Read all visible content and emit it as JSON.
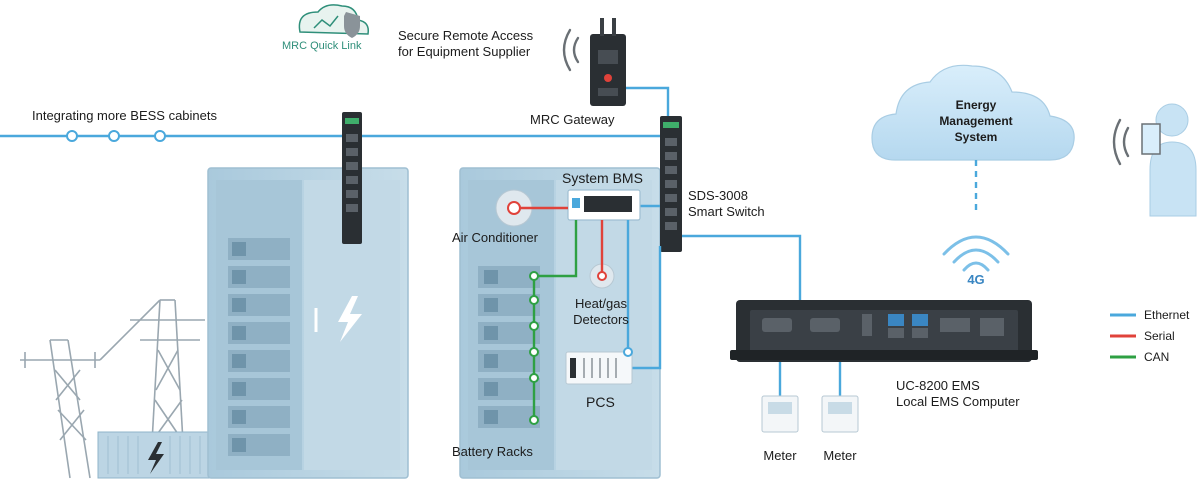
{
  "labels": {
    "secure_remote": "Secure Remote Access",
    "for_equipment": "for Equipment Supplier",
    "logo_text": "MRC Quick Link",
    "integrating": "Integrating more BESS cabinets",
    "mrc_gateway": "MRC Gateway",
    "sds_switch_line1": "SDS-3008",
    "sds_switch_line2": "Smart Switch",
    "system_bms": "System BMS",
    "air_conditioner": "Air Conditioner",
    "heat_gas_line1": "Heat/gas",
    "heat_gas_line2": "Detectors",
    "pcs": "PCS",
    "battery_racks": "Battery Racks",
    "ems_line1": "Energy",
    "ems_line2": "Management",
    "ems_line3": "System",
    "cellular": "4G",
    "computer_line1": "UC-8200 EMS",
    "computer_line2": "Local EMS Computer",
    "meter_1": "Meter",
    "meter_2": "Meter"
  },
  "legend": [
    {
      "label": "Ethernet",
      "color": "#4aa8dc"
    },
    {
      "label": "Serial",
      "color": "#e0423a"
    },
    {
      "label": "CAN",
      "color": "#2ea043"
    }
  ],
  "colors": {
    "ethernet": "#4aa8dc",
    "serial": "#e0423a",
    "can": "#2ea043",
    "cabinet_fill": "#b8d3e3",
    "cabinet_dark": "#8fb4ca",
    "cloud_fill": "#c8e3f4",
    "device_dark": "#2a2f33"
  }
}
